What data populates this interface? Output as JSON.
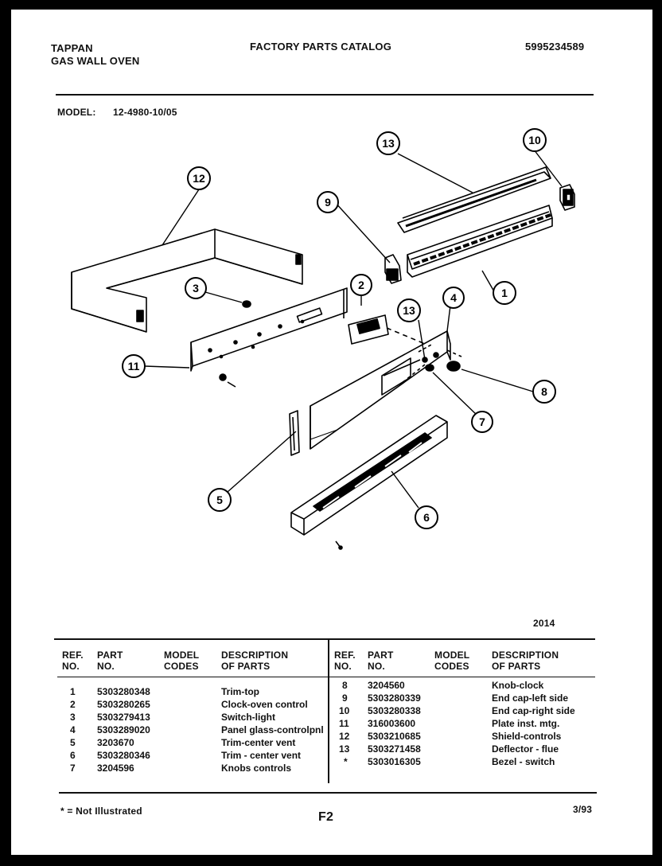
{
  "header": {
    "brand": "TAPPAN",
    "product": "GAS WALL OVEN",
    "catalog_title": "FACTORY PARTS CATALOG",
    "catalog_number": "5995234589",
    "model_label": "MODEL:",
    "model_value": "12-4980-10/05"
  },
  "diagram": {
    "callouts": [
      "1",
      "2",
      "3",
      "4",
      "5",
      "6",
      "7",
      "8",
      "9",
      "10",
      "11",
      "12",
      "13",
      "13"
    ],
    "figure_number": "2014"
  },
  "table": {
    "columns": [
      {
        "line1": "REF.",
        "line2": "NO."
      },
      {
        "line1": "PART",
        "line2": "NO."
      },
      {
        "line1": "MODEL",
        "line2": "CODES"
      },
      {
        "line1": "DESCRIPTION",
        "line2": "OF PARTS"
      }
    ],
    "left_rows": [
      {
        "ref": "1",
        "part": "5303280348",
        "codes": "",
        "desc": "Trim-top"
      },
      {
        "ref": "2",
        "part": "5303280265",
        "codes": "",
        "desc": "Clock-oven  control"
      },
      {
        "ref": "3",
        "part": "5303279413",
        "codes": "",
        "desc": "Switch-light"
      },
      {
        "ref": "4",
        "part": "5303289020",
        "codes": "",
        "desc": "Panel  glass-controlpnl"
      },
      {
        "ref": "5",
        "part": "3203670",
        "codes": "",
        "desc": "Trim-center  vent"
      },
      {
        "ref": "6",
        "part": "5303280346",
        "codes": "",
        "desc": "Trim  -  center  vent"
      },
      {
        "ref": "7",
        "part": "3204596",
        "codes": "",
        "desc": "Knobs  controls"
      }
    ],
    "right_rows": [
      {
        "ref": "8",
        "part": "3204560",
        "codes": "",
        "desc": "Knob-clock"
      },
      {
        "ref": "9",
        "part": "5303280339",
        "codes": "",
        "desc": "End  cap-left  side"
      },
      {
        "ref": "10",
        "part": "5303280338",
        "codes": "",
        "desc": "End  cap-right  side"
      },
      {
        "ref": "11",
        "part": "316003600",
        "codes": "",
        "desc": "Plate  inst.  mtg."
      },
      {
        "ref": "12",
        "part": "5303210685",
        "codes": "",
        "desc": "Shield-controls"
      },
      {
        "ref": "13",
        "part": "5303271458",
        "codes": "",
        "desc": "Deflector  -  flue"
      },
      {
        "ref": "*",
        "part": "5303016305",
        "codes": "",
        "desc": "Bezel  -  switch"
      }
    ]
  },
  "footer": {
    "note": "* = Not Illustrated",
    "page_code": "F2",
    "date": "3/93"
  }
}
